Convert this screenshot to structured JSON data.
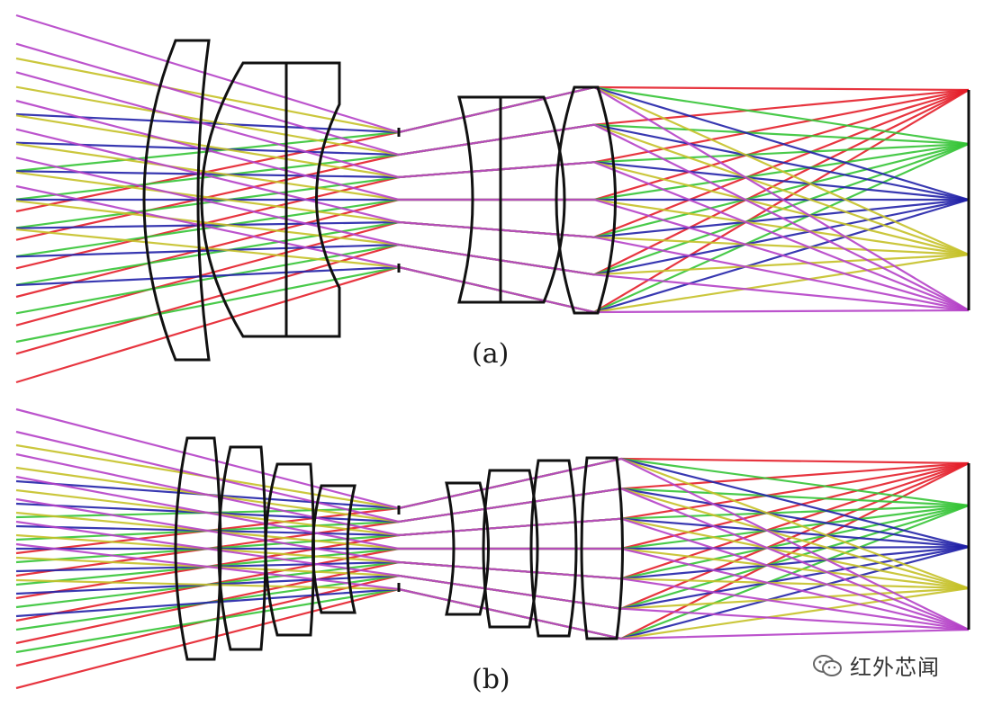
{
  "panels": [
    {
      "caption": "(a)"
    },
    {
      "caption": "(b)"
    }
  ],
  "watermark": {
    "text": "红外芯闻",
    "icon": "wechat-icon"
  },
  "colors": {
    "red": "#e41f2a",
    "green": "#35c436",
    "blue": "#2222a8",
    "yellow": "#c5c128",
    "magenta": "#b541c8",
    "lens": "#111111"
  }
}
